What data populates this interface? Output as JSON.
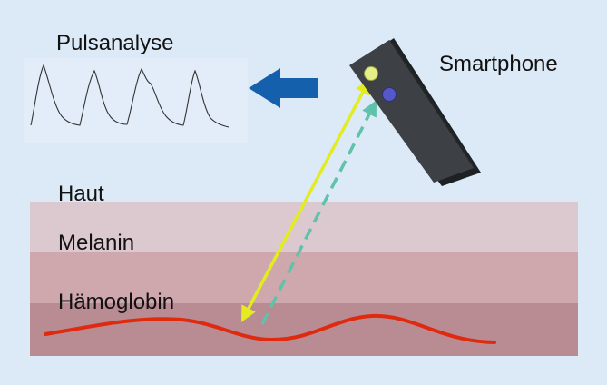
{
  "labels": {
    "pulse_analysis": "Pulsanalyse",
    "smartphone": "Smartphone",
    "skin": "Haut",
    "melanin": "Melanin",
    "hemoglobin": "Hämoglobin"
  },
  "colors": {
    "background": "#dce9f7",
    "skin_layer": "#dcc9cf",
    "melanin_layer": "#cfa8ae",
    "hemoglobin_layer": "#b98b92",
    "blood_vessel": "#e02a10",
    "emitted_light": "#e2ec1f",
    "reflected_light": "#5fc2aa",
    "direction_arrow": "#1560ad",
    "phone_body": "#3d4145",
    "flash_led": "#e6ef86",
    "camera_lens": "#5558c8"
  },
  "icons": {
    "direction_arrow": "left-arrow-icon",
    "phone": "smartphone-icon",
    "waveform": "pulse-waveform-icon"
  }
}
